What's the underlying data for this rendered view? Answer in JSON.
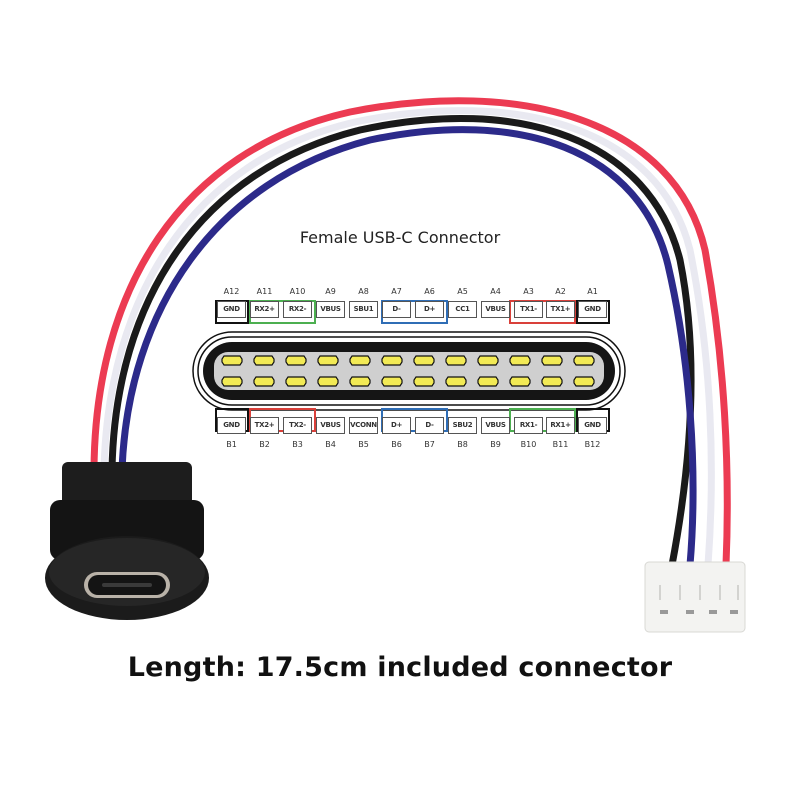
{
  "diagram": {
    "title": "Female USB-C Connector",
    "top_row": [
      {
        "num": "A12",
        "label": "GND"
      },
      {
        "num": "A11",
        "label": "RX2+"
      },
      {
        "num": "A10",
        "label": "RX2-"
      },
      {
        "num": "A9",
        "label": "VBUS"
      },
      {
        "num": "A8",
        "label": "SBU1"
      },
      {
        "num": "A7",
        "label": "D-"
      },
      {
        "num": "A6",
        "label": "D+"
      },
      {
        "num": "A5",
        "label": "CC1"
      },
      {
        "num": "A4",
        "label": "VBUS"
      },
      {
        "num": "A3",
        "label": "TX1-"
      },
      {
        "num": "A2",
        "label": "TX1+"
      },
      {
        "num": "A1",
        "label": "GND"
      }
    ],
    "bottom_row": [
      {
        "num": "B1",
        "label": "GND"
      },
      {
        "num": "B2",
        "label": "TX2+"
      },
      {
        "num": "B3",
        "label": "TX2-"
      },
      {
        "num": "B4",
        "label": "VBUS"
      },
      {
        "num": "B5",
        "label": "VCONN"
      },
      {
        "num": "B6",
        "label": "D+"
      },
      {
        "num": "B7",
        "label": "D-"
      },
      {
        "num": "B8",
        "label": "SBU2"
      },
      {
        "num": "B9",
        "label": "VBUS"
      },
      {
        "num": "B10",
        "label": "RX1-"
      },
      {
        "num": "B11",
        "label": "RX1+"
      },
      {
        "num": "B12",
        "label": "GND"
      }
    ],
    "group_colors": {
      "gnd": "#111111",
      "rx": "#4caf50",
      "tx": "#d9403a",
      "data": "#2f6db5"
    },
    "pins_per_row": 12,
    "contact_color": "#f2ea55"
  },
  "cable": {
    "wire_colors": [
      "#ec3b52",
      "#f2f2f8",
      "#1a1a1a",
      "#2c2a8a"
    ],
    "connector_left": "female USB-C panel mount",
    "connector_right": "4-pin white JST-style housing"
  },
  "caption": {
    "text": "Length: 17.5cm included connector"
  }
}
